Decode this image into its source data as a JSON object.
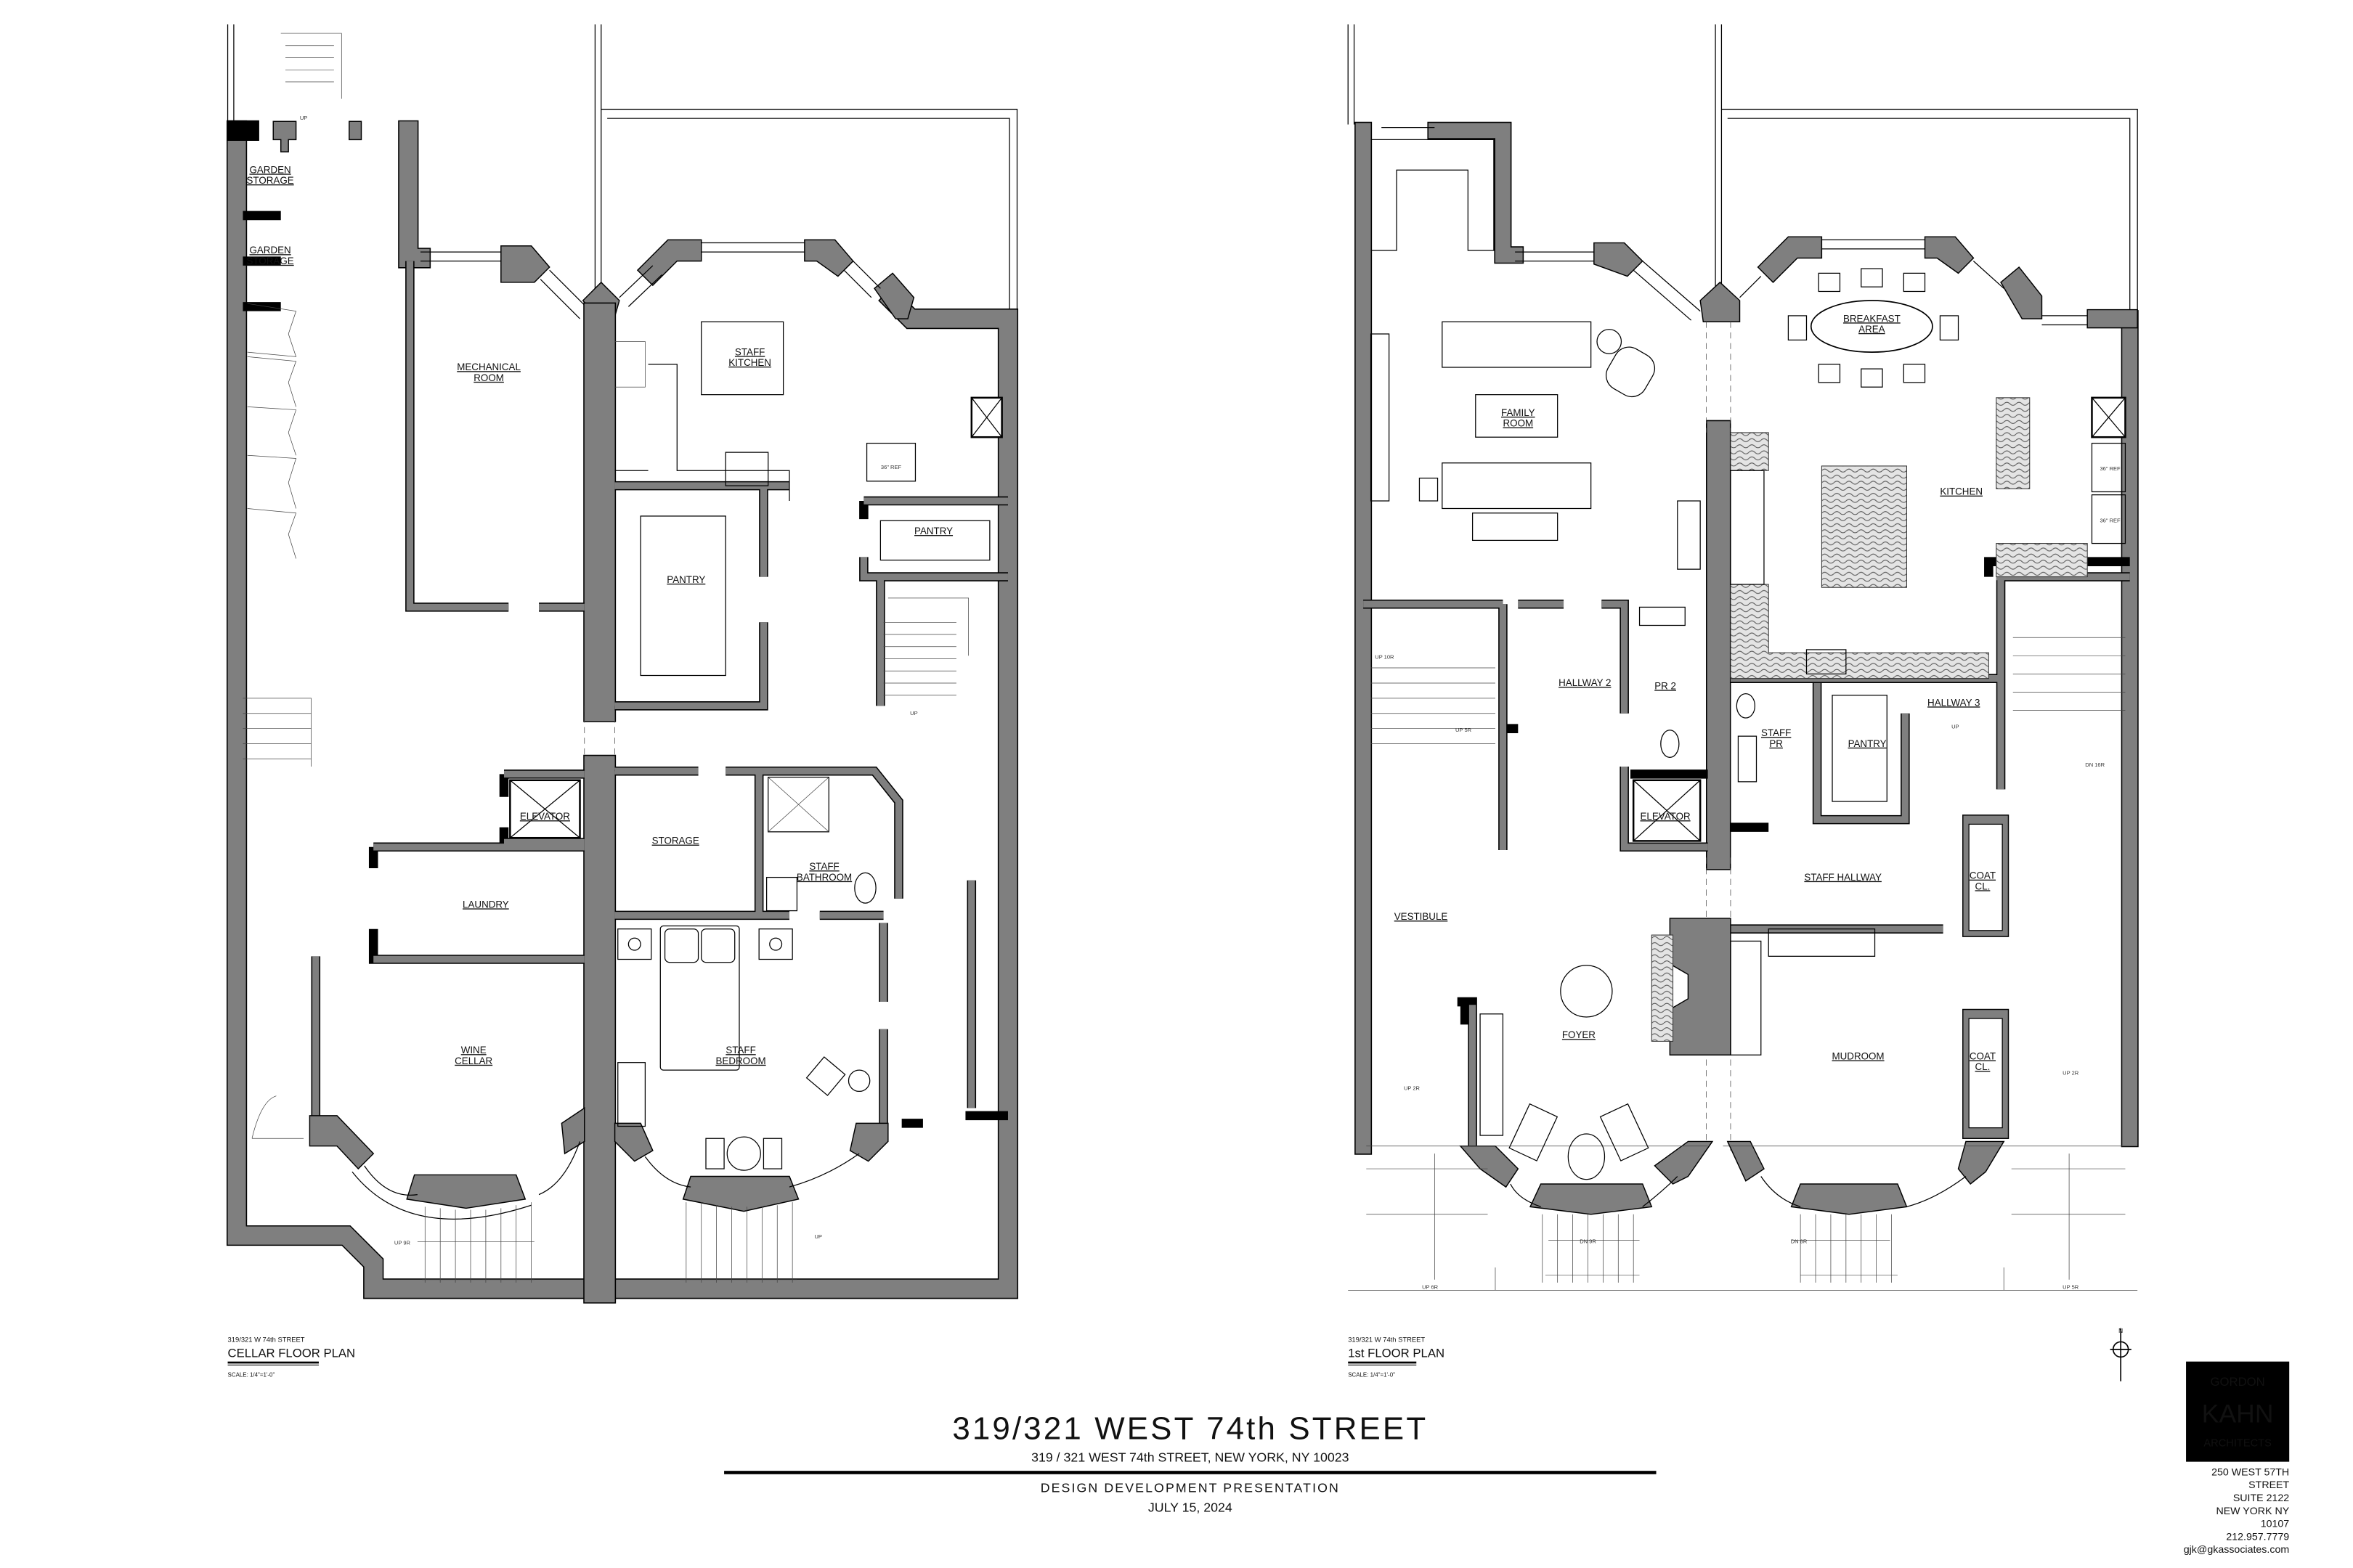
{
  "cellar": {
    "rooms": {
      "garden_storage_1": [
        "GARDEN",
        "STORAGE"
      ],
      "garden_storage_2": [
        "GARDEN",
        "STORAGE"
      ],
      "mechanical": [
        "MECHANICAL",
        "ROOM"
      ],
      "staff_kitchen": [
        "STAFF",
        "KITCHEN"
      ],
      "pantry_right": "PANTRY",
      "pantry_left": "PANTRY",
      "elevator": "ELEVATOR",
      "storage": "STORAGE",
      "staff_bathroom": [
        "STAFF",
        "BATHROOM"
      ],
      "laundry": "LAUNDRY",
      "wine_cellar": [
        "WINE",
        "CELLAR"
      ],
      "staff_bedroom": [
        "STAFF",
        "BEDROOM"
      ]
    },
    "notes": {
      "ref": "36\" REF",
      "up_garden": "UP",
      "up_stair": "UP",
      "up_9r": "UP 9R",
      "up_front": "UP"
    },
    "title": {
      "address": "319/321 W 74th STREET",
      "name": "CELLAR FLOOR PLAN",
      "scale": "SCALE:   1/4\"=1'-0\""
    }
  },
  "first_floor": {
    "rooms": {
      "family_room": [
        "FAMILY",
        "ROOM"
      ],
      "breakfast_area": [
        "BREAKFAST",
        "AREA"
      ],
      "kitchen": "KITCHEN",
      "hallway_2": "HALLWAY 2",
      "pr_2": "PR 2",
      "hallway_3": "HALLWAY 3",
      "staff_pr": [
        "STAFF",
        "PR"
      ],
      "pantry": "PANTRY",
      "elevator": "ELEVATOR",
      "staff_hallway": "STAFF HALLWAY",
      "coat_cl_1": [
        "COAT",
        "CL."
      ],
      "vestibule": "VESTIBULE",
      "foyer": "FOYER",
      "mudroom": "MUDROOM",
      "coat_cl_2": [
        "COAT",
        "CL."
      ]
    },
    "notes": {
      "ref_1": "36\" REF",
      "ref_2": "36\" REF",
      "up_10r": "UP 10R",
      "up_5r": "UP 5R",
      "up": "UP",
      "dn_16r": "DN 16R",
      "up_2r_left": "UP 2R",
      "up_2r_right": "UP 2R",
      "dn_9r": "DN 9R",
      "dn_8r": "DN 8R",
      "up_6r": "UP 6R",
      "up_5r_front": "UP 5R"
    },
    "title": {
      "address": "319/321 W 74th STREET",
      "name": "1st FLOOR PLAN",
      "scale": "SCALE:   1/4\"=1'-0\""
    }
  },
  "title_block": {
    "project": "319/321 WEST 74th STREET",
    "address": "319 / 321 WEST 74th STREET, NEW YORK, NY 10023",
    "phase": "DESIGN DEVELOPMENT PRESENTATION",
    "date": "JULY 15, 2024"
  },
  "firm": {
    "logo": [
      "GORDON",
      "KAHN",
      "ARCHITECTS"
    ],
    "address_lines": [
      "250 WEST 57TH",
      "STREET",
      "SUITE 2122",
      "NEW YORK NY",
      "10107",
      "212.957.7779",
      "gjk@gkassociates.com"
    ]
  },
  "north_arrow": {
    "label": "N",
    "icon": "north-arrow-icon"
  },
  "colors": {
    "wall": "#7f7f7f",
    "line": "#000000",
    "logo_bg": "#000000"
  }
}
